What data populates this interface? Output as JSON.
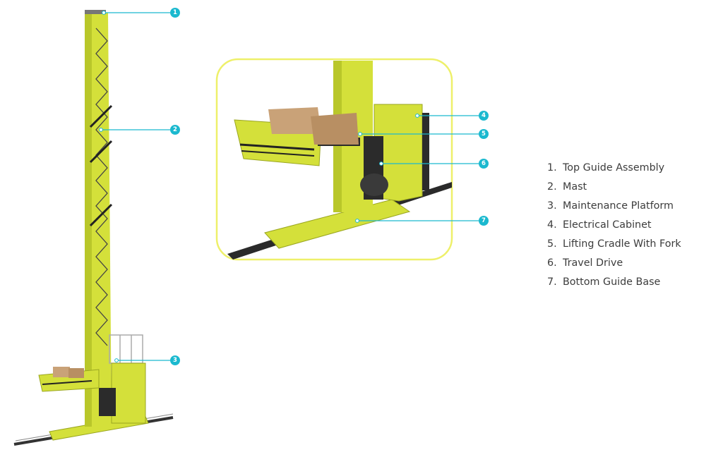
{
  "callouts": [
    {
      "number": "1",
      "label": "Top Guide Assembly"
    },
    {
      "number": "2",
      "label": "Mast"
    },
    {
      "number": "3",
      "label": "Maintenance Platform"
    },
    {
      "number": "4",
      "label": "Electrical Cabinet"
    },
    {
      "number": "5",
      "label": "Lifting Cradle With Fork"
    },
    {
      "number": "6",
      "label": "Travel Drive"
    },
    {
      "number": "7",
      "label": "Bottom Guide Base"
    }
  ],
  "colors": {
    "machine_yellow": "#d4e03a",
    "machine_shadow": "#b9c72a",
    "highlight_frame": "#eef06a",
    "callout_accent": "#1bb9cf",
    "legend_text": "#3c3c3c",
    "box_cardboard": "#c9a278"
  }
}
